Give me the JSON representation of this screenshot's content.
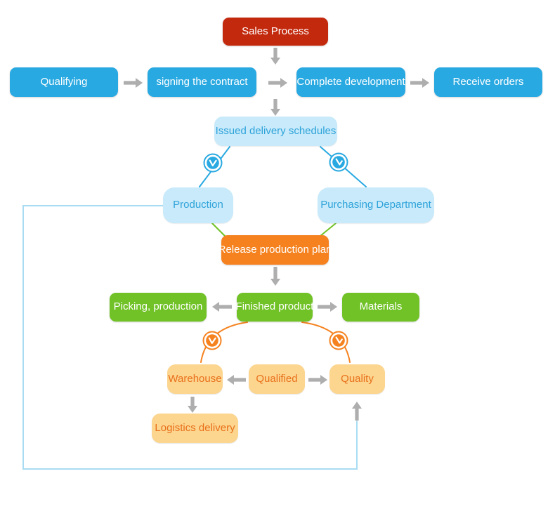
{
  "nodes": {
    "sales_process": "Sales Process",
    "qualifying": "Qualifying",
    "signing_the_contract": "signing the contract",
    "complete_development": "Complete development",
    "receive_orders": "Receive orders",
    "issued_delivery_schedules": "Issued delivery schedules",
    "production": "Production",
    "purchasing_department": "Purchasing Department",
    "release_production_plan": "Release production plan",
    "picking_production": "Picking, production",
    "finished_product": "Finished product",
    "materials": "Materials",
    "warehouse": "Warehouse",
    "qualified": "Qualified",
    "quality": "Quality",
    "logistics_delivery": "Logistics delivery"
  },
  "icons": {
    "top_left": "clock-icon",
    "top_right": "clock-icon",
    "bottom_left": "clock-icon",
    "bottom_right": "clock-icon"
  },
  "colors": {
    "red": "#c3290d",
    "blue": "#29a9e1",
    "light_blue_fill": "#c8eafa",
    "light_blue_text": "#2ea3da",
    "orange": "#f5821f",
    "green": "#70c226",
    "tan_fill": "#fcd58f",
    "tan_text": "#e8701a",
    "arrow_gray": "#aeaeae",
    "feedback_line": "#a9dcf3"
  }
}
